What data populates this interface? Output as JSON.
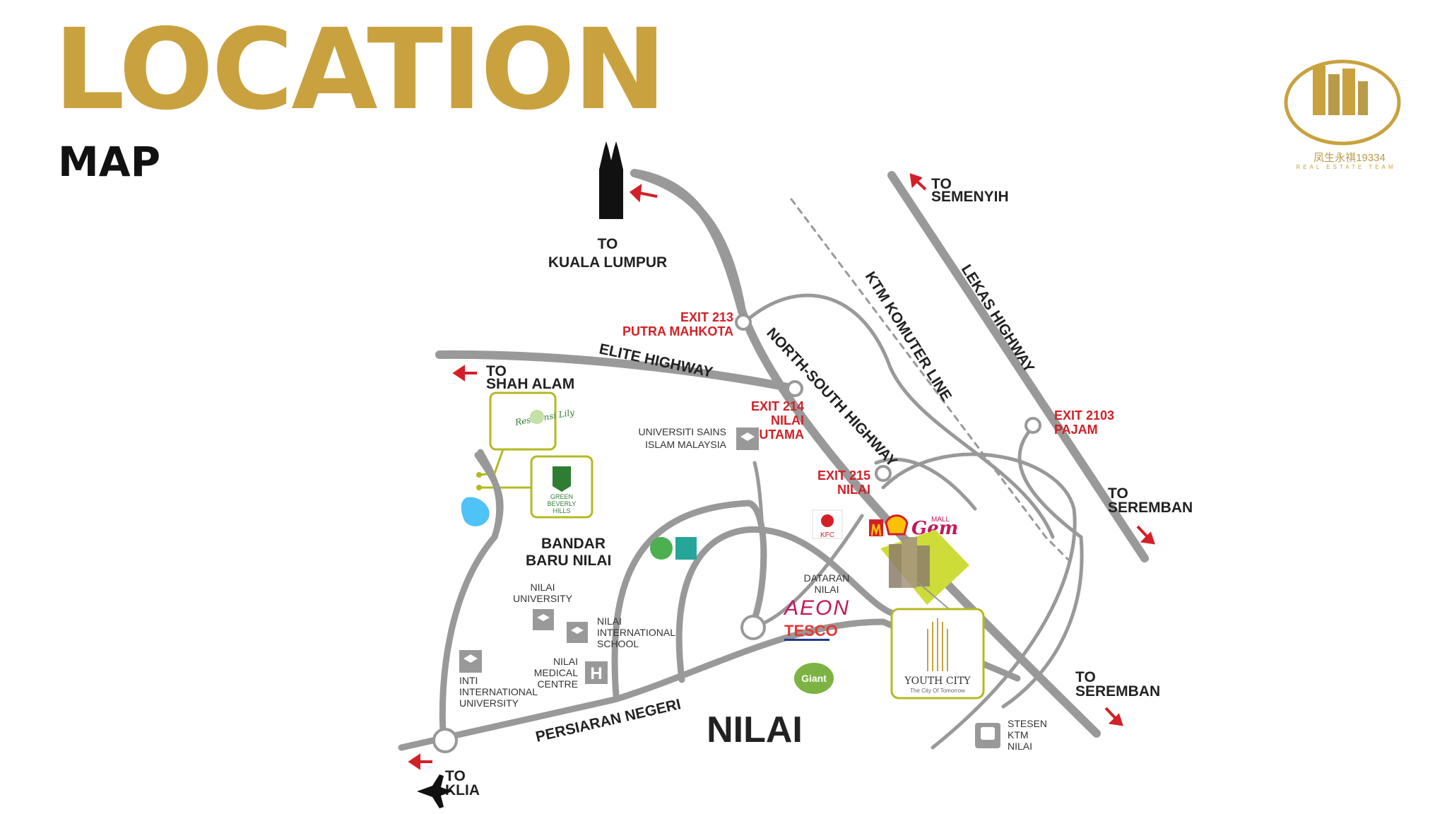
{
  "header": {
    "title": "LOCATION",
    "subtitle": "MAP"
  },
  "logo": {
    "text": "凤生永祺19334",
    "sub": "REAL ESTATE TEAM"
  },
  "colors": {
    "gold": "#c9a23f",
    "exit_red": "#d32027",
    "road_gray": "#999999",
    "project_green": "#cddc39"
  },
  "destinations": {
    "kl": [
      "TO",
      "KUALA LUMPUR"
    ],
    "semenyih": [
      "TO",
      "SEMENYIH"
    ],
    "shah_alam": [
      "TO",
      "SHAH ALAM"
    ],
    "seremban1": [
      "TO",
      "SEREMBAN"
    ],
    "seremban2": [
      "TO",
      "SEREMBAN"
    ],
    "klia": [
      "TO",
      "KLIA"
    ]
  },
  "exits": {
    "e213": [
      "EXIT 213",
      "PUTRA MAHKOTA"
    ],
    "e214": [
      "EXIT 214",
      "NILAI",
      "UTAMA"
    ],
    "e215": [
      "EXIT 215",
      "NILAI"
    ],
    "e2103": [
      "EXIT 2103",
      "PAJAM"
    ]
  },
  "roads": {
    "elite": "ELITE HIGHWAY",
    "north_south": "NORTH-SOUTH HIGHWAY",
    "ktm": "KTM KOMUTER LINE",
    "lekas": "LEKAS HIGHWAY",
    "persiaran": "PERSIARAN NEGERI"
  },
  "places": {
    "usim": [
      "UNIVERSITI SAINS",
      "ISLAM MALAYSIA"
    ],
    "bandar_baru": [
      "BANDAR",
      "BARU NILAI"
    ],
    "nilai_univ": [
      "NILAI",
      "UNIVERSITY"
    ],
    "nilai_intl": [
      "NILAI",
      "INTERNATIONAL",
      "SCHOOL"
    ],
    "nilai_medical": [
      "NILAI",
      "MEDICAL",
      "CENTRE"
    ],
    "inti": [
      "INTI",
      "INTERNATIONAL",
      "UNIVERSITY"
    ],
    "dataran": [
      "DATARAN",
      "NILAI"
    ],
    "stesen": [
      "STESEN",
      "KTM",
      "NILAI"
    ],
    "nilai": "NILAI"
  },
  "brands": {
    "aeon": "AEON",
    "tesco": "TESCO",
    "kfc": "KFC",
    "gem": "Gem",
    "giant": "Giant",
    "mall": "MALL"
  },
  "projects": {
    "youth_city": "YOUTH CITY",
    "youth_city_tag": "The City Of Tomorrow",
    "residensi": "Residensi Lily",
    "green_beverly": [
      "GREEN",
      "BEVERLY",
      "HILLS"
    ]
  }
}
